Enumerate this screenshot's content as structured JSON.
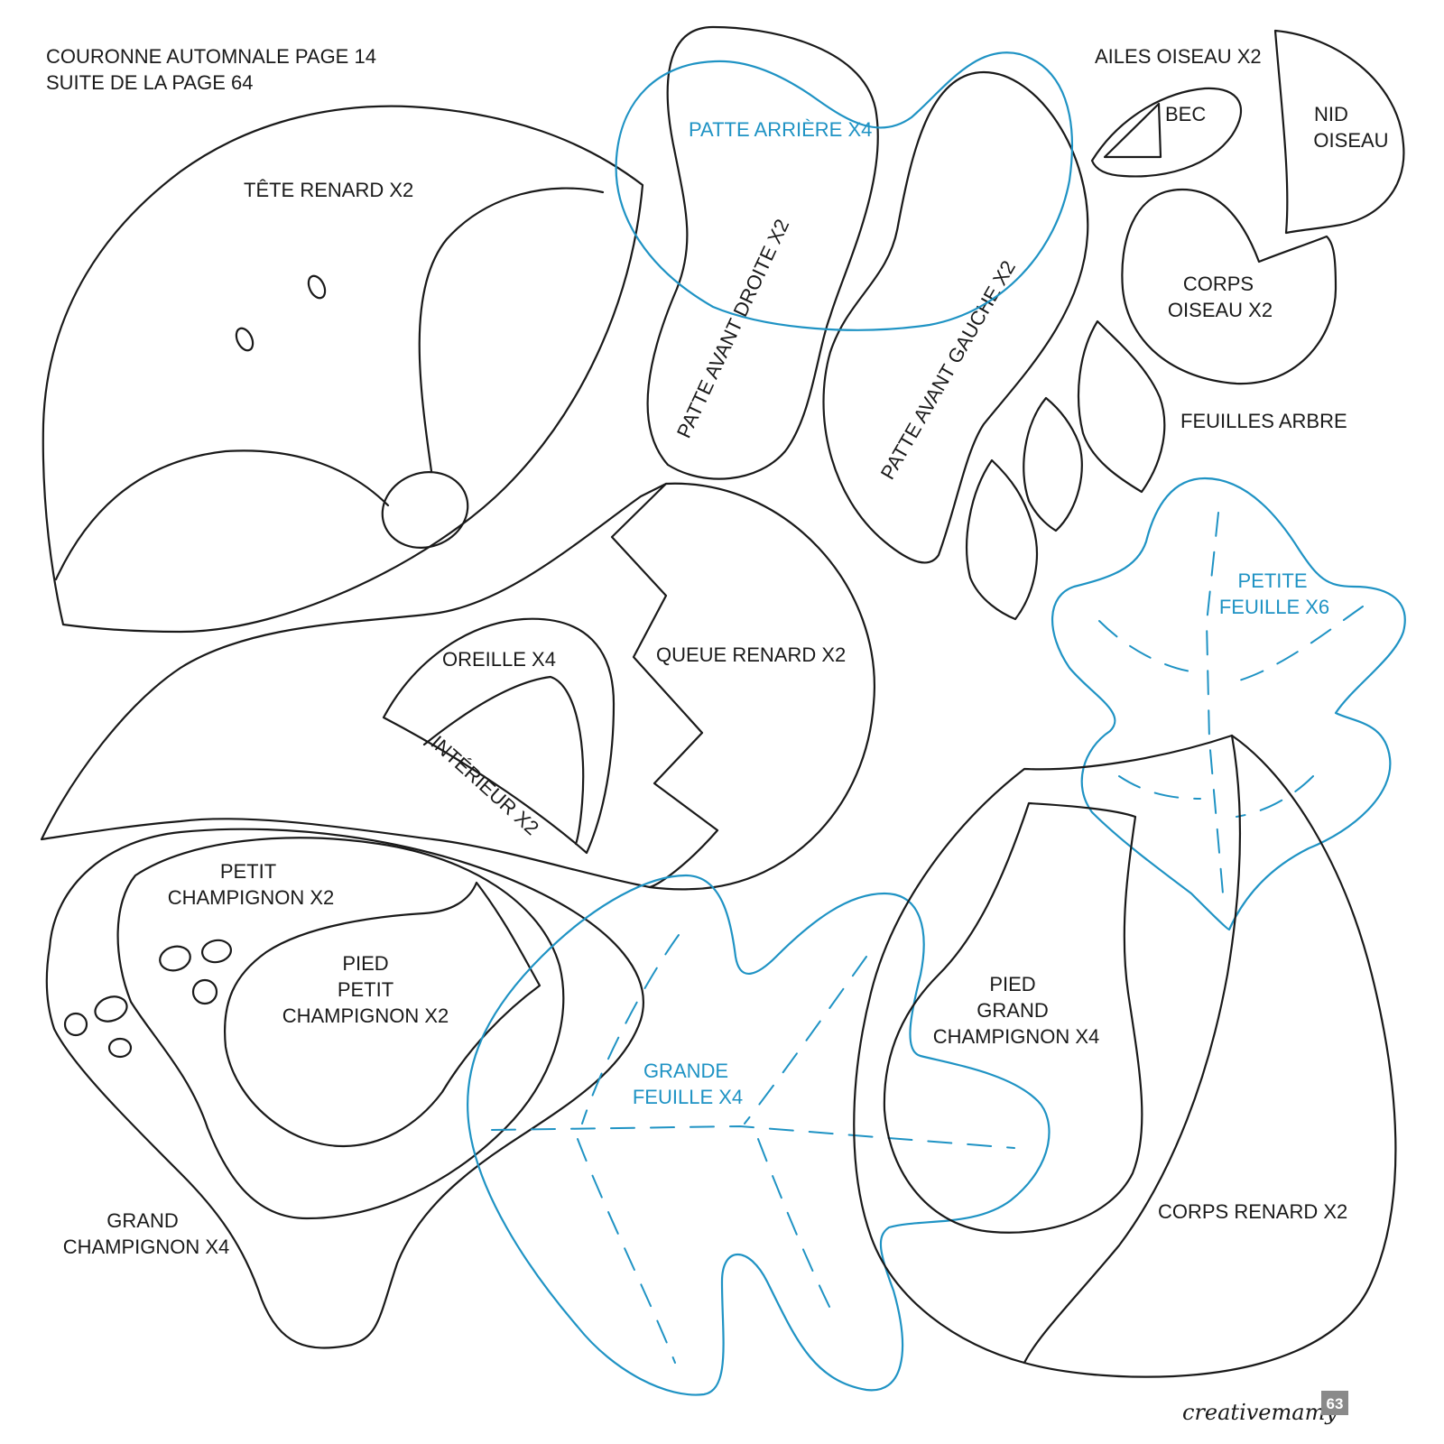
{
  "header": {
    "line1": "COURONNE AUTOMNALE PAGE 14",
    "line2": "SUITE DE LA PAGE 64"
  },
  "colors": {
    "outline": "#1a1a1a",
    "accent_blue": "#1f93c4",
    "page_badge": "#8a8a8a"
  },
  "labels": {
    "tete_renard": "TÊTE RENARD X2",
    "patte_arriere": "PATTE ARRIÈRE X4",
    "patte_avant_droite": "PATTE AVANT DROITE X2",
    "patte_avant_gauche": "PATTE AVANT GAUCHE X2",
    "ailes_oiseau": "AILES OISEAU X2",
    "bec": "BEC",
    "nid_l1": "NID",
    "nid_l2": "OISEAU",
    "corps_oiseau_l1": "CORPS",
    "corps_oiseau_l2": "OISEAU X2",
    "feuilles_arbre": "FEUILLES ARBRE",
    "petite_feuille_l1": "PETITE",
    "petite_feuille_l2": "FEUILLE X6",
    "oreille": "OREILLE X4",
    "interieur": "INTÉRIEUR X2",
    "queue_renard": "QUEUE RENARD X2",
    "petit_champ_l1": "PETIT",
    "petit_champ_l2": "CHAMPIGNON X2",
    "pied_petit_l1": "PIED",
    "pied_petit_l2": "PETIT",
    "pied_petit_l3": "CHAMPIGNON X2",
    "grand_champ_l1": "GRAND",
    "grand_champ_l2": "CHAMPIGNON X4",
    "grande_feuille_l1": "GRANDE",
    "grande_feuille_l2": "FEUILLE X4",
    "pied_grand_l1": "PIED",
    "pied_grand_l2": "GRAND",
    "pied_grand_l3": "CHAMPIGNON X4",
    "corps_renard": "CORPS RENARD X2"
  },
  "footer": {
    "brand": "creativemamy",
    "page_number": "63"
  }
}
